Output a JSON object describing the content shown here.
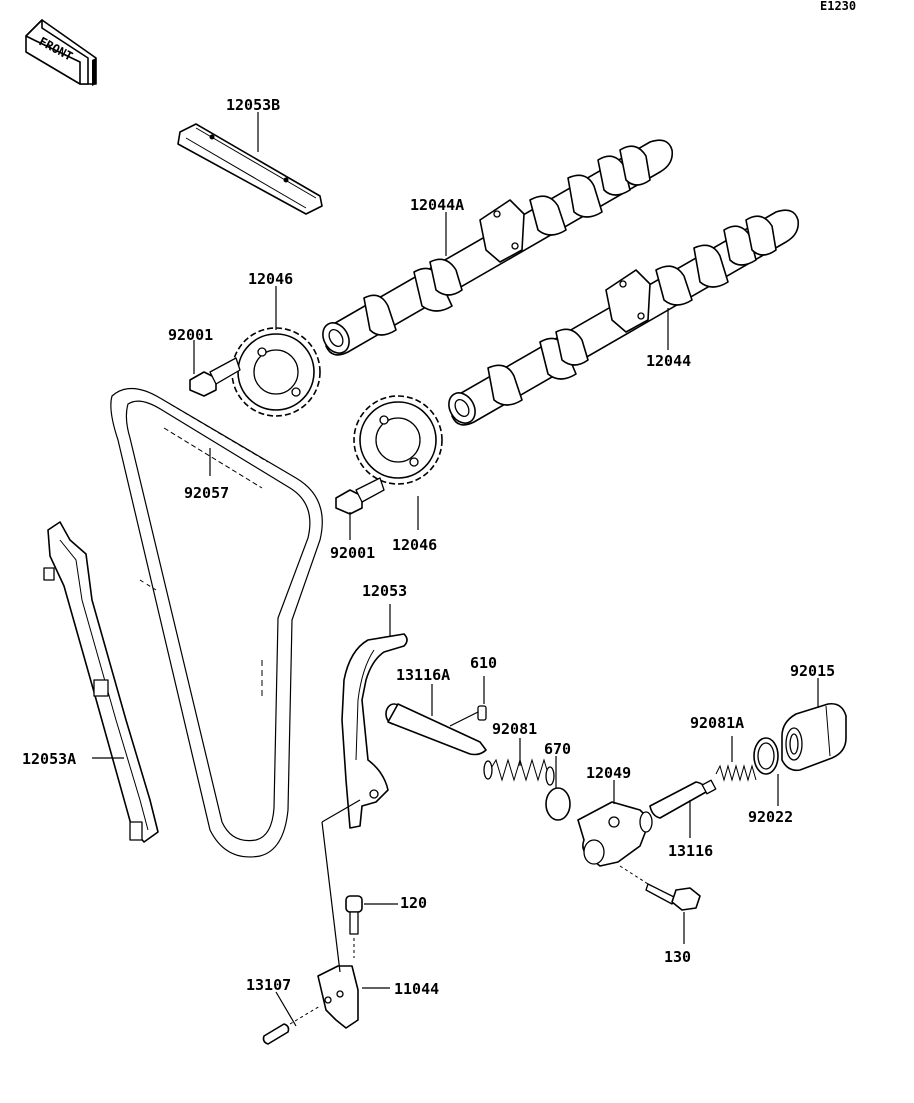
{
  "diagram_code": "E1230",
  "front_badge": "FRONT",
  "parts": {
    "guide_top": "12053B",
    "camshaft_intake": "12044A",
    "camshaft_exhaust": "12044",
    "sprocket_upper": "12046",
    "sprocket_lower": "12046",
    "bolt_upper": "92001",
    "bolt_lower": "92001",
    "chain": "92057",
    "guide_left": "12053A",
    "guide_tensioner": "12053",
    "pin": "610",
    "plunger": "13116A",
    "spring_main": "92081",
    "oring": "670",
    "tensioner_body": "12049",
    "spring_small": "92081A",
    "cap_nut": "92015",
    "washer": "92022",
    "rod": "13116",
    "tensioner_bolt": "130",
    "socket_bolt": "120",
    "bracket": "11044",
    "dowel_pin": "13107"
  }
}
